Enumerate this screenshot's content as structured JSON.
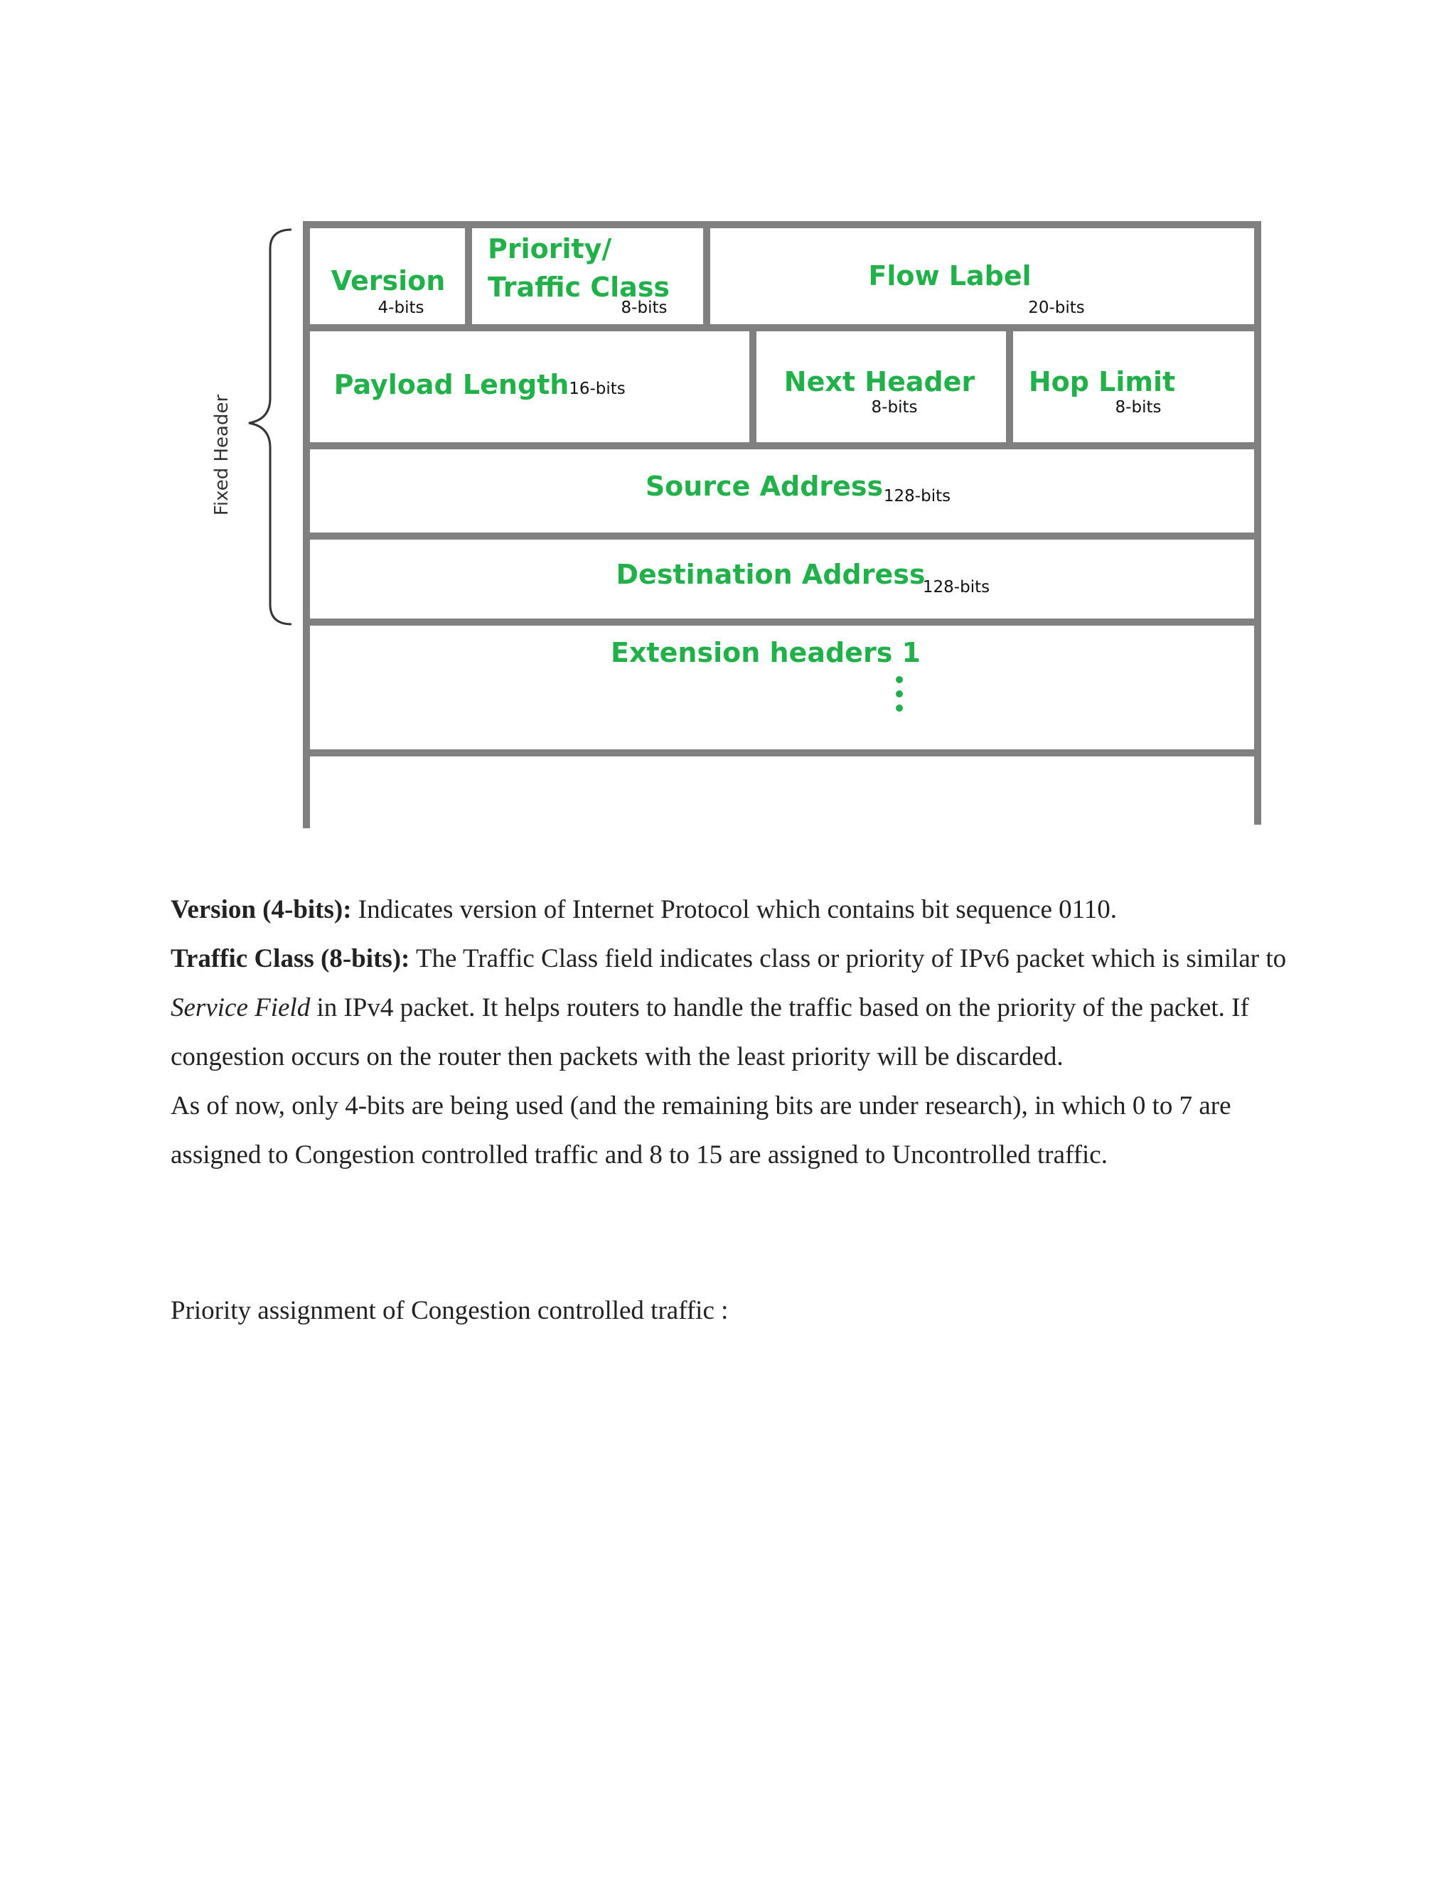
{
  "diagram": {
    "side_label": "Fixed Header",
    "fields": {
      "version": {
        "name": "Version",
        "bits": "4-bits"
      },
      "traffic_class": {
        "name_line1": "Priority/",
        "name_line2": "Traffic Class",
        "bits": "8-bits"
      },
      "flow_label": {
        "name": "Flow Label",
        "bits": "20-bits"
      },
      "payload_length": {
        "name": "Payload Length",
        "bits": "16-bits"
      },
      "next_header": {
        "name": "Next Header",
        "bits": "8-bits"
      },
      "hop_limit": {
        "name": "Hop Limit",
        "bits": "8-bits"
      },
      "source_address": {
        "name": "Source Address",
        "bits": "128-bits"
      },
      "destination_address": {
        "name": "Destination Address",
        "bits": "128-bits"
      },
      "extension_headers": {
        "name": "Extension headers 1"
      }
    }
  },
  "text": {
    "p1_bold": "Version (4-bits):",
    "p1_rest": " Indicates version of Internet Protocol which contains bit sequence 0110.",
    "p2_bold": "Traffic Class (8-bits):",
    "p2_rest_a": " The Traffic Class field indicates class or priority of IPv6 packet which is similar to ",
    "p2_italic": "Service Field",
    "p2_rest_b": " in IPv4 packet. It helps routers to handle the traffic based on the priority of the packet. If congestion occurs on the router then packets with the least priority will be discarded.",
    "p3": "As of now, only 4-bits are being used (and the remaining bits are under research), in which 0 to 7 are assigned to Congestion controlled traffic and 8 to 15 are assigned to Uncontrolled traffic.",
    "p4": "Priority assignment of Congestion controlled traffic :"
  },
  "colors": {
    "field_name": "#22b04a",
    "border": "#808080"
  }
}
